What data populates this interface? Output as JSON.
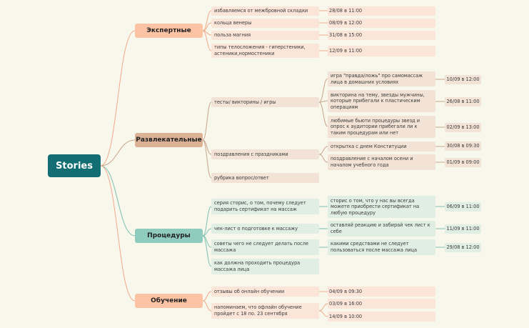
{
  "root": {
    "label": "Stories"
  },
  "colors": {
    "background": "#f8f7ec",
    "root": "#126e73",
    "orange_branch": "#fdc3a5",
    "orange_line": "#f2a98a",
    "brown_branch": "#dbb296",
    "brown_line": "#c9a48b",
    "green_branch": "#8fcbbe",
    "green_line": "#7cc0b3"
  },
  "branches": {
    "expert": {
      "label": "Экспертные",
      "items": [
        {
          "text": "избавляемся от межбровной складки",
          "date": "28/08 в 11:00"
        },
        {
          "text": "кольца венеры",
          "date": "08/09 в 12:00"
        },
        {
          "text": "польза магния",
          "date": "31/08 в 15:00"
        },
        {
          "text": "типы телосложения - гиперстеники, астеники,нормостеники",
          "date": "12/09 в 11:00"
        }
      ]
    },
    "fun": {
      "label": "Развлекательные",
      "items": [
        {
          "text": "тесты/ викторины / игры",
          "children": [
            {
              "text": "игра \"правда/ложь\" про самомассаж лица в домашних условиях",
              "date": "10/09 в 12:00"
            },
            {
              "text": "викторина на тему, звезды мужчины, которые прибегали к пластическим операциям",
              "date": "26/08 в 11:00"
            },
            {
              "text": "любимые бьюти процедуры звезд и опрос к аудитории прибегали ли к таким процедурам или нет",
              "date": "02/09 в 13:00"
            }
          ]
        },
        {
          "text": "поздравления с праздниками",
          "children": [
            {
              "text": "открытка с днем Конституции",
              "date": "30/08 в 09:30"
            },
            {
              "text": "поздравление с началом осени и началом учебного года",
              "date": "01/09 в 09:00"
            }
          ]
        },
        {
          "text": "рубрика вопрос/ответ"
        }
      ]
    },
    "procedures": {
      "label": "Процедуры",
      "items": [
        {
          "text": "серия сторис, о том, почему следует подарить сертификат на массаж",
          "children": [
            {
              "text": "сторис о том, что у нас вы всегда можете приобрести сертификат на любую процедуру",
              "date": "06/09 в 11:00"
            }
          ]
        },
        {
          "text": "чек-лист о подготовке к массажу",
          "children": [
            {
              "text": "оставляй реакцию и забирай чек лист к себе",
              "date": "11/09 в 11:00"
            }
          ]
        },
        {
          "text": "советы чего не следует делать после массажа",
          "children": [
            {
              "text": "какими средствами не следует пользоваться после массажа лица",
              "date": "29/08 в 12:00"
            }
          ]
        },
        {
          "text": "как должна проходить процедура массажа лица"
        }
      ]
    },
    "education": {
      "label": "Обучение",
      "items": [
        {
          "text": "отзывы об онлайн обучении",
          "dates": [
            "04/09 в 09:30"
          ]
        },
        {
          "text": "напоминаем, что офлайн обучение пройдет с 18 по. 23 сентября",
          "dates": [
            "03/09 в 16:00",
            "14/09 в 10:00"
          ]
        }
      ]
    }
  }
}
